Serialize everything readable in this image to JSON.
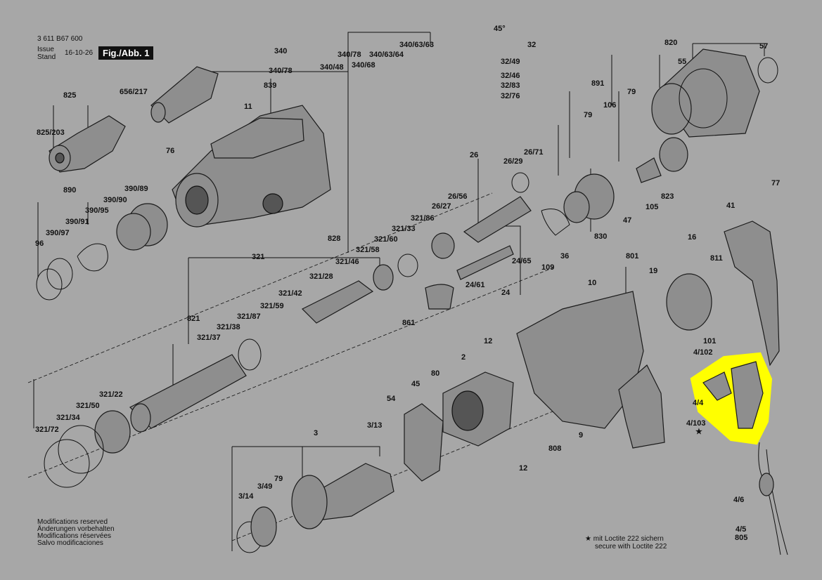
{
  "header": {
    "part_number": "3 611 B67 600",
    "issue_label": "Issue",
    "stand_label": "Stand",
    "date": "16-10-26",
    "figure": "Fig./Abb. 1"
  },
  "labels": {
    "l340": "340",
    "l340_78a": "340/78",
    "l340_48": "340/48",
    "l340_78b": "340/78",
    "l340_68": "340/68",
    "l340_63_64": "340/63/64",
    "l340_63_63": "340/63/63",
    "l32": "32",
    "l45deg": "45°",
    "l32_49": "32/49",
    "l32_46": "32/46",
    "l32_83": "32/83",
    "l32_76": "32/76",
    "l820": "820",
    "l55": "55",
    "l57": "57",
    "l825": "825",
    "l656_217": "656/217",
    "l839": "839",
    "l11": "11",
    "l825_203": "825/203",
    "l76": "76",
    "l891": "891",
    "l79a": "79",
    "l106": "106",
    "l79b": "79",
    "l26": "26",
    "l26_71": "26/71",
    "l26_29": "26/29",
    "l890": "890",
    "l390_89": "390/89",
    "l390_90": "390/90",
    "l390_95": "390/95",
    "l390_91": "390/91",
    "l390_97": "390/97",
    "l96": "96",
    "l26_56": "26/56",
    "l26_27": "26/27",
    "l321_86": "321/86",
    "l321_33": "321/33",
    "l321_60": "321/60",
    "l321_58": "321/58",
    "l828": "828",
    "l321_46": "321/46",
    "l321": "321",
    "l321_28": "321/28",
    "l321_42": "321/42",
    "l321_59": "321/59",
    "l823": "823",
    "l105": "105",
    "l47": "47",
    "l830": "830",
    "l77": "77",
    "l41": "41",
    "l16": "16",
    "l811": "811",
    "l801": "801",
    "l36": "36",
    "l109": "109",
    "l24_65": "24/65",
    "l24_61": "24/61",
    "l24": "24",
    "l861": "861",
    "l19": "19",
    "l10": "10",
    "l101": "101",
    "l4_102": "4/102",
    "l821": "821",
    "l321_87": "321/87",
    "l321_38": "321/38",
    "l321_37": "321/37",
    "l12a": "12",
    "l80": "80",
    "l2": "2",
    "l45": "45",
    "l4_4": "4/4",
    "l4_103": "4/103",
    "l321_22": "321/22",
    "l321_50": "321/50",
    "l321_34": "321/34",
    "l321_72": "321/72",
    "l54": "54",
    "l3_13": "3/13",
    "l3": "3",
    "l808": "808",
    "l9": "9",
    "l12b": "12",
    "l79c": "79",
    "l3_49": "3/49",
    "l3_14": "3/14",
    "l4_6": "4/6",
    "l4_5": "4/5",
    "l805": "805"
  },
  "notes": {
    "line1": "Modifications reserved",
    "line2": "Änderungen vorbehalten",
    "line3": "Modifications réservées",
    "line4": "Salvo modificaciones"
  },
  "loctite": {
    "star": "★",
    "line1": "mit Loctite 222 sichern",
    "line2": "secure with Loctite 222"
  },
  "colors": {
    "background": "#a7a7a7",
    "highlight": "#ffff00",
    "line": "#111111"
  }
}
